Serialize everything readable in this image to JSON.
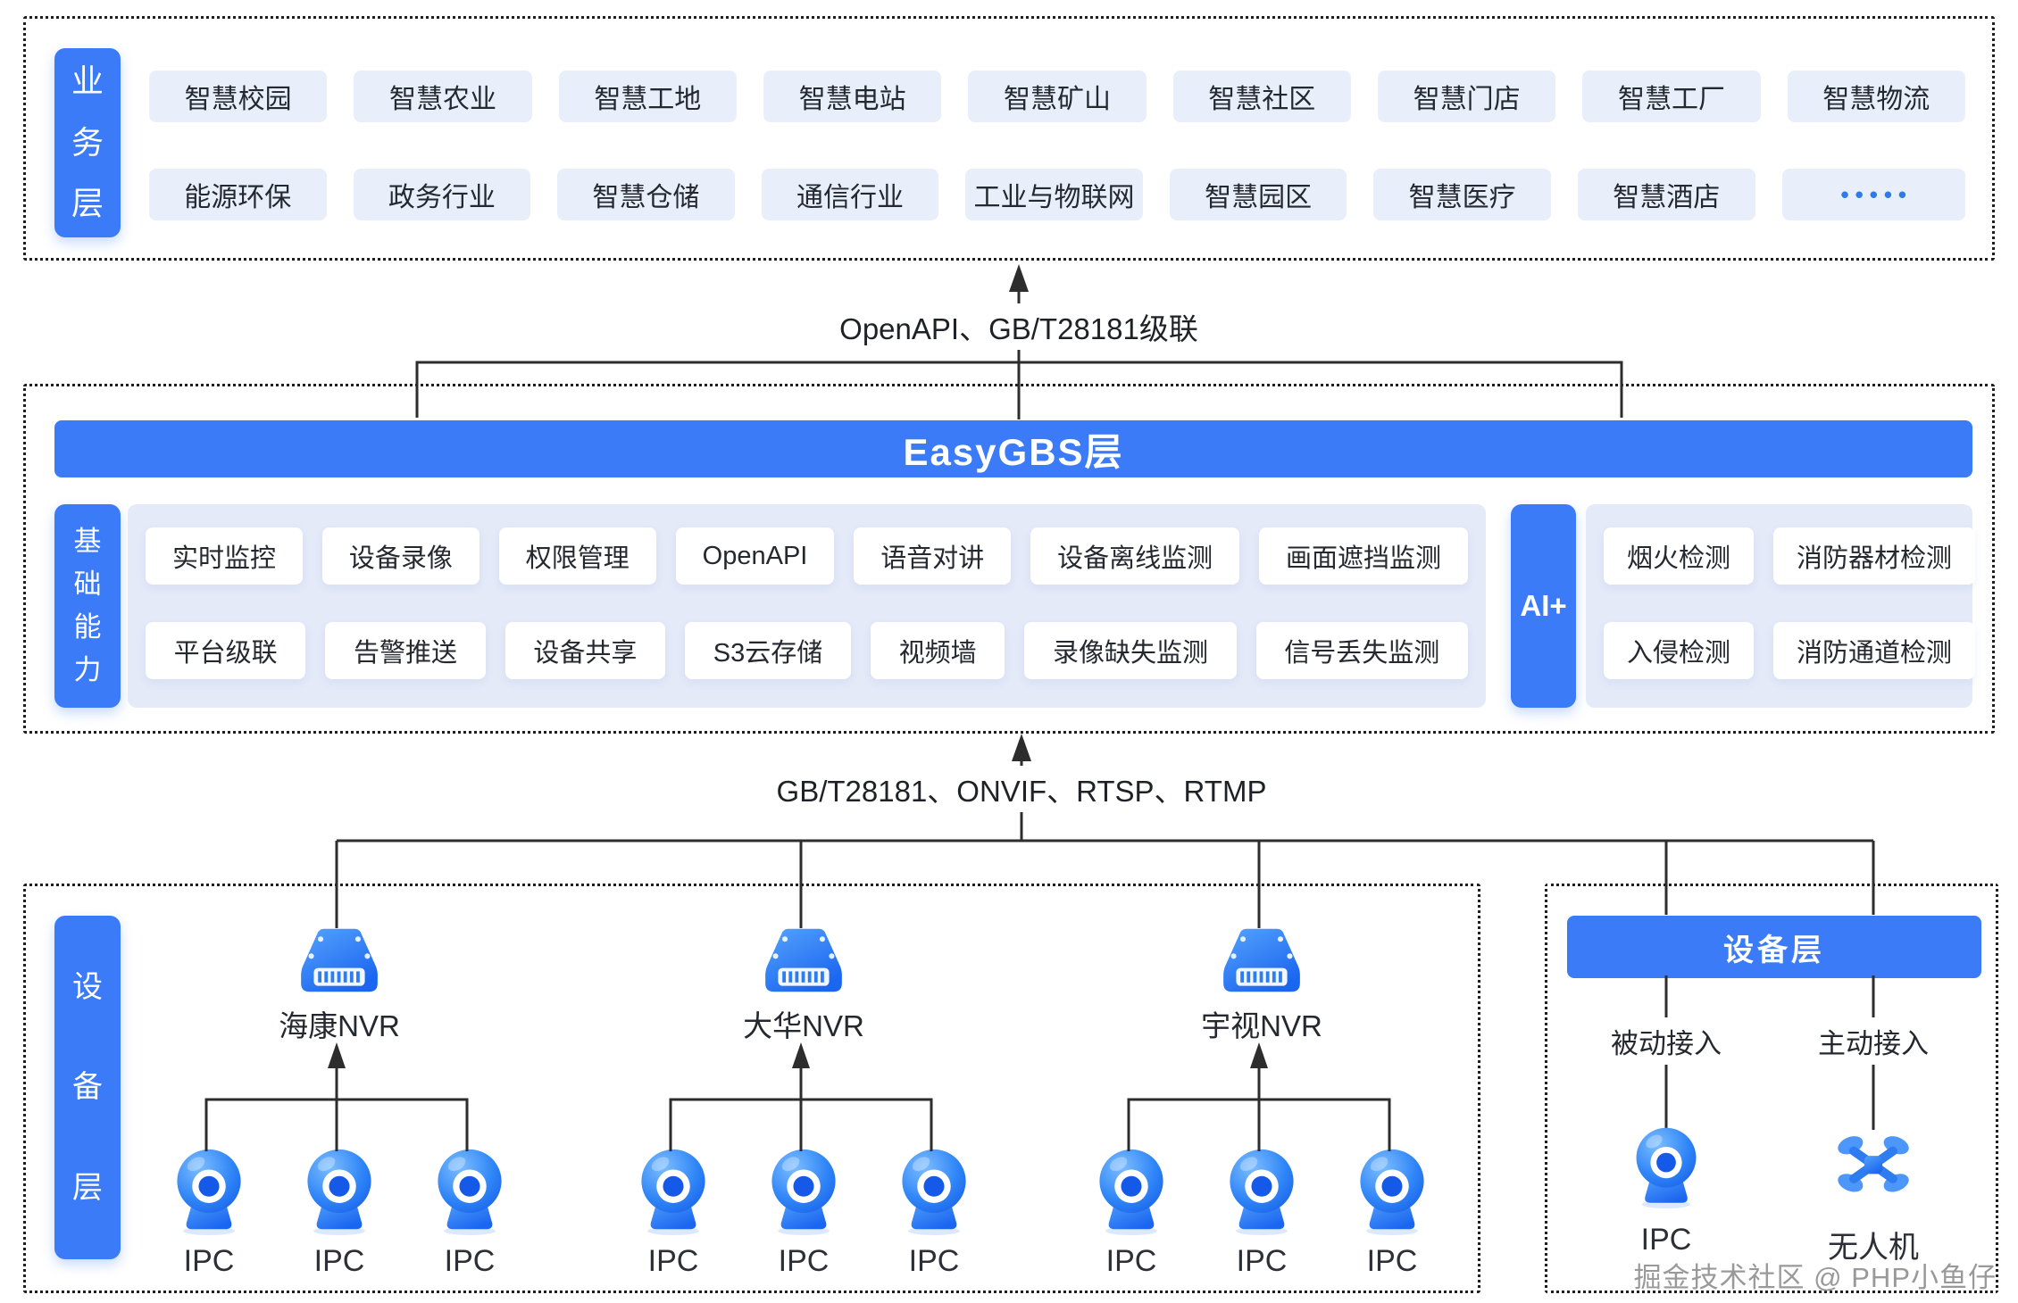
{
  "business_layer": {
    "label": "业务层",
    "row1": [
      "智慧校园",
      "智慧农业",
      "智慧工地",
      "智慧电站",
      "智慧矿山",
      "智慧社区",
      "智慧门店",
      "智慧工厂",
      "智慧物流"
    ],
    "row2": [
      "能源环保",
      "政务行业",
      "智慧仓储",
      "通信行业",
      "工业与物联网",
      "智慧园区",
      "智慧医疗",
      "智慧酒店",
      "•••••"
    ]
  },
  "top_link_label": "OpenAPI、GB/T28181级联",
  "easygbs": {
    "title": "EasyGBS层",
    "capability_label": "基础能力",
    "cap_row1": [
      "实时监控",
      "设备录像",
      "权限管理",
      "OpenAPI",
      "语音对讲",
      "设备离线监测",
      "画面遮挡监测"
    ],
    "cap_row2": [
      "平台级联",
      "告警推送",
      "设备共享",
      "S3云存储",
      "视频墙",
      "录像缺失监测",
      "信号丢失监测"
    ],
    "ai_label": "AI+",
    "ai_row1": [
      "烟火检测",
      "消防器材检测"
    ],
    "ai_row2": [
      "入侵检测",
      "消防通道检测"
    ]
  },
  "bottom_link_label": "GB/T28181、ONVIF、RTSP、RTMP",
  "device_layer": {
    "label": "设备层",
    "nvr_groups": [
      {
        "name": "海康NVR",
        "ipcs": [
          "IPC",
          "IPC",
          "IPC"
        ]
      },
      {
        "name": "大华NVR",
        "ipcs": [
          "IPC",
          "IPC",
          "IPC"
        ]
      },
      {
        "name": "宇视NVR",
        "ipcs": [
          "IPC",
          "IPC",
          "IPC"
        ]
      }
    ]
  },
  "access_panel": {
    "title": "设备层",
    "passive": "被动接入",
    "active": "主动接入",
    "ipc_label": "IPC",
    "drone_label": "无人机"
  },
  "watermark": "掘金技术社区 @ PHP小鱼仔",
  "colors": {
    "primary": "#3B7BF7",
    "item_bg": "#E9EEFB",
    "panel_bg": "#E4EAF8",
    "line": "#2d2d2d",
    "text": "#24282F",
    "dots": "#2B7BF0",
    "watermark": "#8F8F8F"
  }
}
